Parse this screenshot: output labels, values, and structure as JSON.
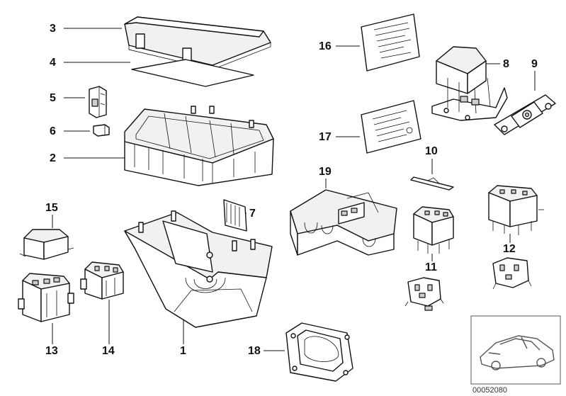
{
  "labels": {
    "l1": "1",
    "l2": "2",
    "l3": "3",
    "l4": "4",
    "l5": "5",
    "l6": "6",
    "l7": "7",
    "l8": "8",
    "l9": "9",
    "l10": "10",
    "l11": "11",
    "l12": "12",
    "l13": "13",
    "l14": "14",
    "l15": "15",
    "l16": "16",
    "l17": "17",
    "l18": "18",
    "l19": "19"
  },
  "reference_number": "00052080",
  "colors": {
    "line": "#111111",
    "fill": "#ffffff",
    "shade": "#f1f1f1",
    "dark": "#cfcfcf"
  }
}
